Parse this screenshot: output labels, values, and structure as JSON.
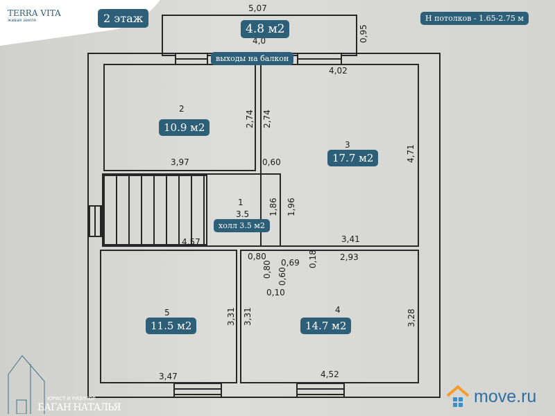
{
  "brand": {
    "name": "TERRA VITA",
    "tagline": "живая земля"
  },
  "floor_label": "2 этаж",
  "ceiling_label": "Н потолков - 1.65-2.75 м",
  "balcony": {
    "area": "4.8 м2",
    "exit_label": "выходы на балкон"
  },
  "rooms": [
    {
      "num": "1",
      "num_area": "3.5",
      "label": "холл 3.5  м2"
    },
    {
      "num": "2",
      "label": "10.9 м2"
    },
    {
      "num": "3",
      "label": "17.7 м2"
    },
    {
      "num": "4",
      "label": "14.7 м2"
    },
    {
      "num": "5",
      "label": "11.5 м2"
    }
  ],
  "dims": [
    "5,07",
    "0,95",
    "4,0",
    "4,02",
    "2,74",
    "2,74",
    "3,97",
    "0,60",
    "4,71",
    "1,86",
    "1,96",
    "4,57",
    "3,41",
    "0,80",
    "0,80",
    "0,69",
    "0,60",
    "0,18",
    "2,93",
    "0,10",
    "3,31",
    "3,31",
    "3,28",
    "3,47",
    "4,52"
  ],
  "realtor": {
    "role": "ЮРИСТ И РИЭЛТОР",
    "name": "БАГАН НАТАЛЬЯ"
  },
  "site": "move.ru",
  "colors": {
    "tag": "#2e5f78",
    "move_orange": "#f39a2b",
    "move_blue": "#3a8fd0"
  }
}
